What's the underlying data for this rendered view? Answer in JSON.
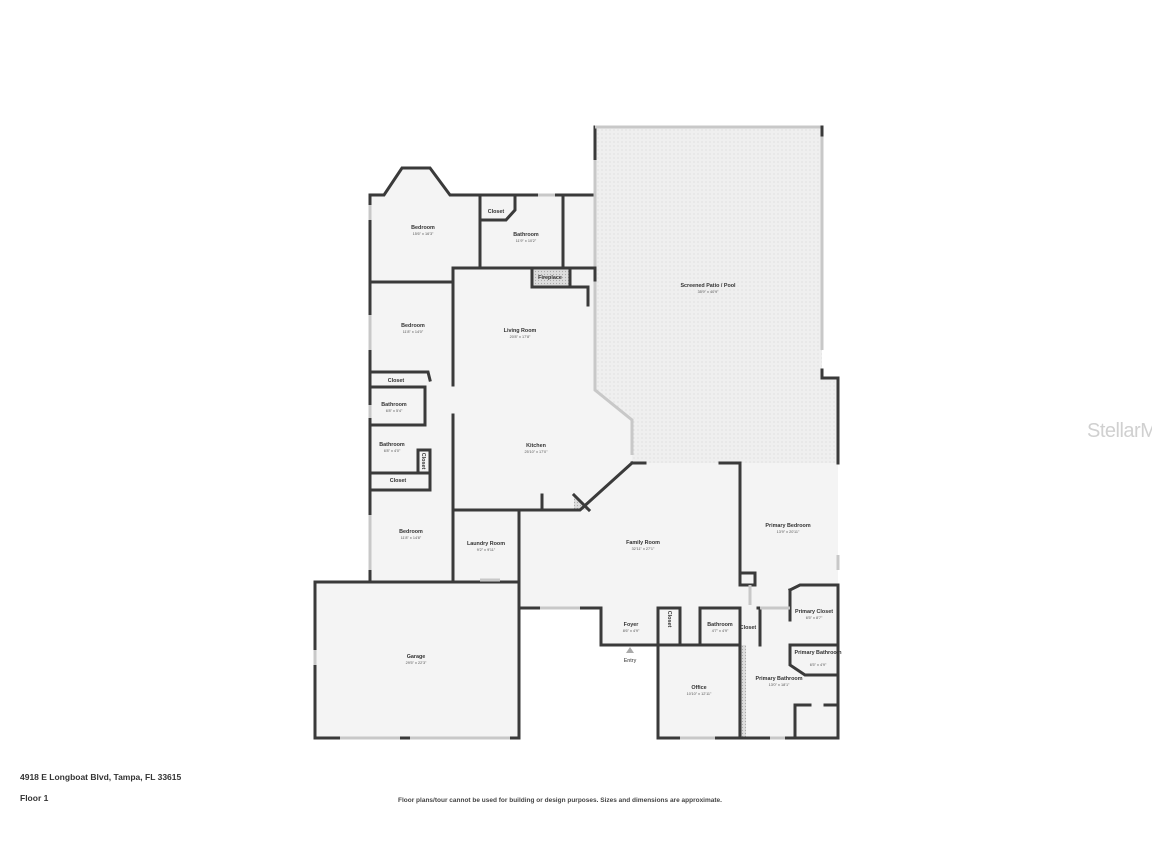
{
  "address": "4918 E Longboat Blvd, Tampa, FL 33615",
  "floor": "Floor 1",
  "disclaimer": "Floor plans/tour cannot be used for building or design purposes. Sizes and dimensions are approximate.",
  "watermark": "StellarMLS",
  "entry_label": "Entry",
  "colors": {
    "wall": "#3a3a3a",
    "floor": "#f4f4f4",
    "patio": "#ececec",
    "window": "#c8c8c8"
  },
  "rooms": [
    {
      "name": "Bedroom",
      "dim": "15'6\" x 16'3\""
    },
    {
      "name": "Closet",
      "dim": ""
    },
    {
      "name": "Bathroom",
      "dim": "11'9\" x 10'2\""
    },
    {
      "name": "Fireplace",
      "dim": ""
    },
    {
      "name": "Screened Patio / Pool",
      "dim": "35'9\" x 40'9\""
    },
    {
      "name": "Bedroom",
      "dim": "11'8\" x 14'0\""
    },
    {
      "name": "Living Room",
      "dim": "20'8\" x 17'8\""
    },
    {
      "name": "Closet",
      "dim": ""
    },
    {
      "name": "Bathroom",
      "dim": "6'8\" x 5'4\""
    },
    {
      "name": "Bathroom",
      "dim": "6'8\" x 4'0\""
    },
    {
      "name": "Closet",
      "dim": ""
    },
    {
      "name": "Closet",
      "dim": ""
    },
    {
      "name": "Kitchen",
      "dim": "25'10\" x 17'0\""
    },
    {
      "name": "Bedroom",
      "dim": "11'8\" x 14'8\""
    },
    {
      "name": "Laundry Room",
      "dim": "9'2\" x 9'11\""
    },
    {
      "name": "Family Room",
      "dim": "32'11\" x 27'1\""
    },
    {
      "name": "Primary Bedroom",
      "dim": "13'9\" x 20'11\""
    },
    {
      "name": "Primary Closet",
      "dim": "6'5\" x 8'7\""
    },
    {
      "name": "Garage",
      "dim": "29'5\" x 22'3\""
    },
    {
      "name": "Foyer",
      "dim": "8'6\" x 4'9\""
    },
    {
      "name": "Closet",
      "dim": ""
    },
    {
      "name": "Bathroom",
      "dim": "4'7\" x 4'9\""
    },
    {
      "name": "Closet",
      "dim": ""
    },
    {
      "name": "Primary Bathroom",
      "dim": "6'5\" x 4'9\""
    },
    {
      "name": "Office",
      "dim": "10'10\" x 12'11\""
    },
    {
      "name": "Primary Bathroom",
      "dim": "13'0\" x 18'1\""
    }
  ]
}
